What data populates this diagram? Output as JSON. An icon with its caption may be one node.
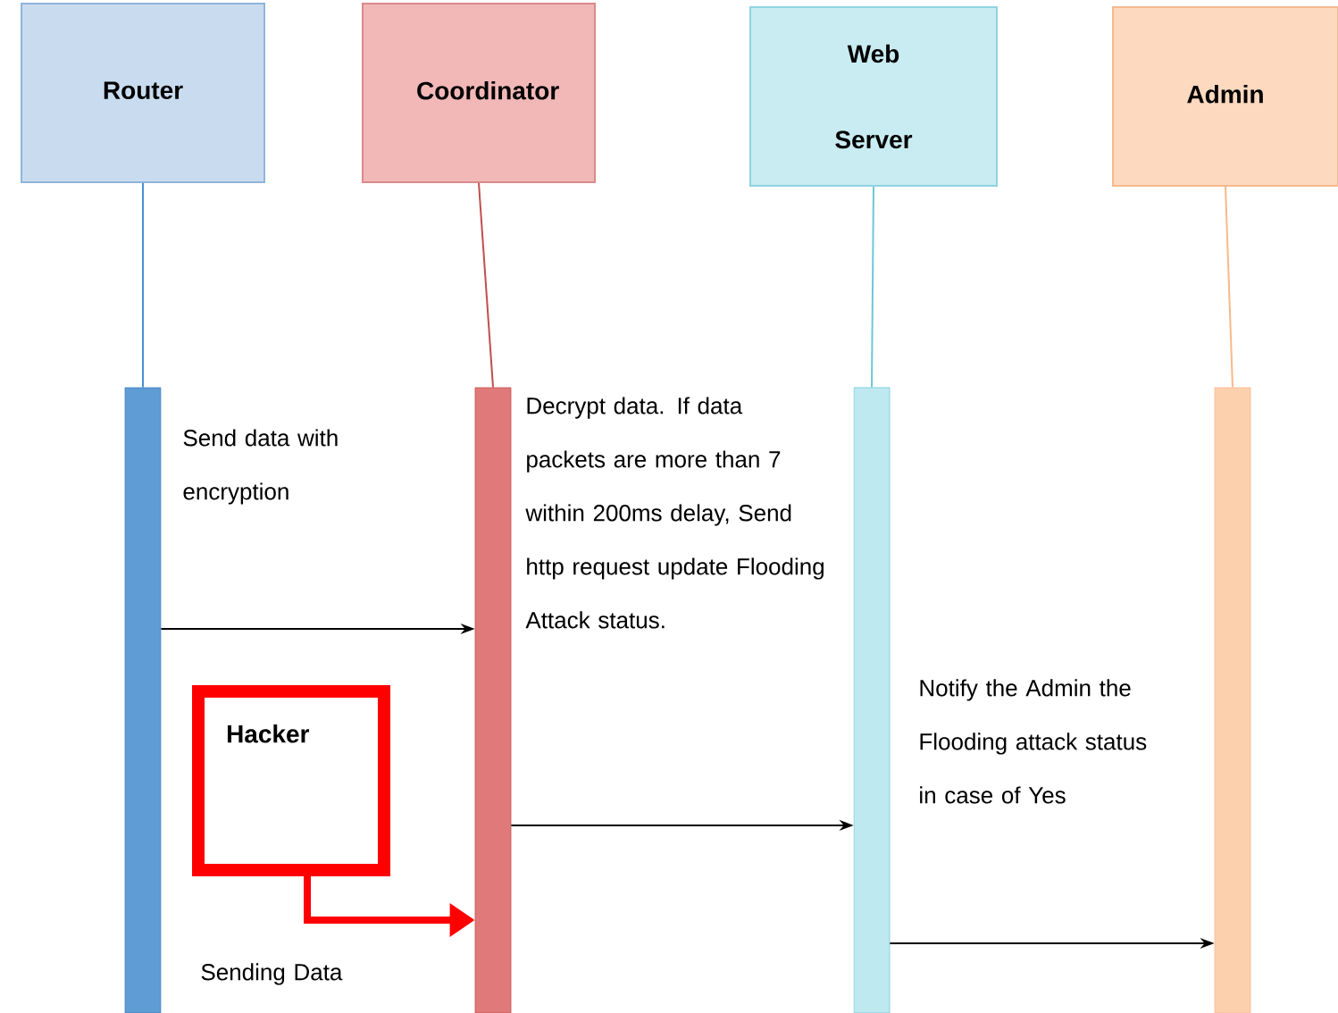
{
  "diagram": {
    "nodes": [
      {
        "text": [
          "Router"
        ]
      },
      {
        "text": [
          "Coordinator"
        ]
      },
      {
        "text": [
          "Web Server"
        ]
      },
      {
        "text": [
          "Admin"
        ]
      },
      {
        "text": [],
        "shape": "bar"
      },
      {
        "text": [],
        "shape": "bar"
      },
      {
        "text": [],
        "shape": "bar"
      },
      {
        "text": [],
        "shape": "bar"
      },
      {
        "text": [
          "Hacker"
        ]
      }
    ],
    "edges": [
      {
        "from": 0,
        "to": 4,
        "arrow": "none",
        "color": "#4a8fcf"
      },
      {
        "from": 1,
        "to": 5,
        "arrow": "none",
        "color": "#c0504d"
      },
      {
        "from": 2,
        "to": 6,
        "arrow": "none",
        "color": "#6fc6d8"
      },
      {
        "from": 3,
        "to": 7,
        "arrow": "none",
        "color": "#f9b98a"
      },
      {
        "from": 4,
        "to": 5,
        "arrow": "to"
      },
      {
        "from": 5,
        "to": 6,
        "arrow": "to"
      },
      {
        "from": 6,
        "to": 7,
        "arrow": "to"
      },
      {
        "from": 8,
        "to": 5,
        "arrow": "to",
        "style": "thick",
        "color": "#ff0000"
      }
    ],
    "labels": [
      "Send data with encryption",
      "Decrypt data. If data packets are more than 7 within 200ms delay, Send http request update Flooding Attack status.",
      "Notify the Admin the Flooding attack status in case of Yes",
      "Sending Data"
    ]
  }
}
